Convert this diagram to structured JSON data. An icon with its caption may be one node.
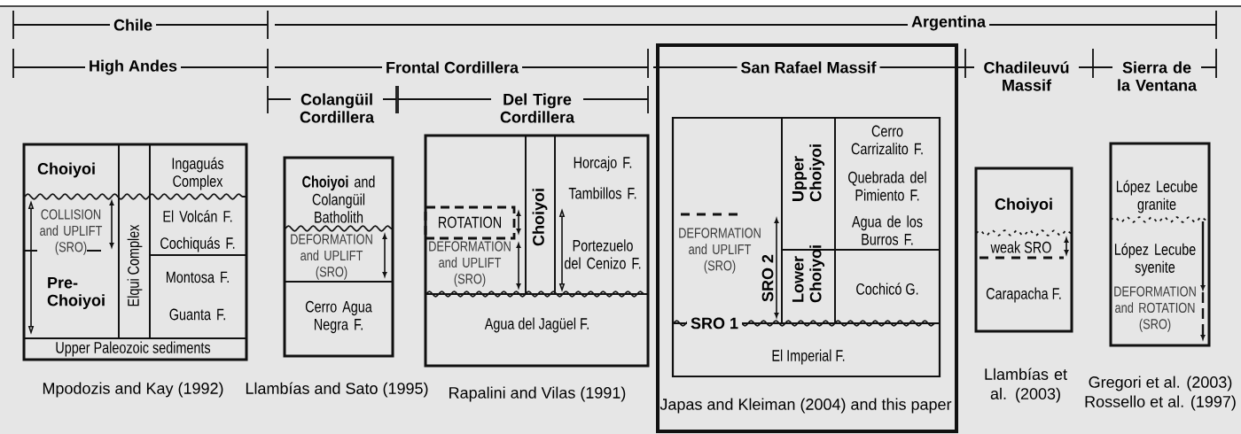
{
  "diagram": {
    "nodes": [
      {
        "text": [],
        "shape": "box",
        "beside": [
          "Mpodozis and Kay (1992)"
        ]
      },
      {
        "text": [
          "Choiyoi",
          "COLLISION and UPLIFT (SRO)",
          "Pre-Choiyoi"
        ],
        "in": 0
      },
      {
        "text": [
          "Elqui Complex"
        ],
        "in": 0
      },
      {
        "text": [
          "Ingaguás Complex",
          "El Volcán F.",
          "Cochiquás F."
        ],
        "in": 0
      },
      {
        "text": [
          "Montosa F.",
          "Guanta F."
        ],
        "in": 0
      },
      {
        "text": [
          "Upper Paleozoic sediments"
        ],
        "in": 0
      },
      {
        "text": [],
        "shape": "box",
        "beside": [
          "Llambías and Sato (1995)"
        ]
      },
      {
        "text": [
          "**Choiyoi** and Colangüil Batholith",
          "DEFORMATION and UPLIFT (SRO)"
        ],
        "in": 6
      },
      {
        "text": [
          "Cerro Agua Negra F."
        ],
        "in": 6
      },
      {
        "text": [],
        "shape": "box",
        "beside": [
          "Rapalini and Vilas (1991)"
        ]
      },
      {
        "text": [
          "DEFORMATION and UPLIFT (SRO)"
        ],
        "in": 9
      },
      {
        "text": [
          "ROTATION"
        ],
        "in": 10
      },
      {
        "text": [
          "Choiyoi"
        ],
        "in": 9
      },
      {
        "text": [
          "Horcajo F.",
          "Tambillos F.",
          "Portezuelo del Cenizo F."
        ],
        "in": 9
      },
      {
        "text": [
          "Agua del Jagüel F."
        ],
        "in": 9
      },
      {
        "text": [
          "San Rafael Massif",
          "Japas and Kleiman (2004) and this paper"
        ]
      },
      {
        "text": [],
        "shape": "box",
        "in": 15
      },
      {
        "text": [
          "DEFORMATION and UPLIFT (SRO)",
          "SRO 2"
        ],
        "in": 16
      },
      {
        "text": [
          "Upper Choiyoi"
        ],
        "in": 16
      },
      {
        "text": [
          "Cerro Carrizalito F.",
          "Quebrada del Pimiento F.",
          "Agua de los Burros F."
        ],
        "in": 16
      },
      {
        "text": [
          "Lower Choiyoi"
        ],
        "in": 16
      },
      {
        "text": [
          "Cochicó G."
        ],
        "in": 16
      },
      {
        "text": [
          "SRO 1",
          "El Imperial F."
        ],
        "in": 16
      },
      {
        "text": [
          "Choiyoi",
          "weak SRO",
          "Carapacha F."
        ],
        "beside": [
          "Llambías et al. (2003)"
        ]
      },
      {
        "text": [
          "López Lecube granite",
          "López Lecube syenite",
          "DEFORMATION and ROTATION (SRO)"
        ],
        "beside": [
          "Gregori et al. (2003)",
          "Rossello et al. (1997)"
        ]
      }
    ],
    "labels": [
      "Chile",
      "Argentina",
      "High Andes",
      "Frontal Cordillera",
      "Chadileuvú Massif",
      "Sierra de la Ventana",
      "Colangüil Cordillera",
      "Del Tigre Cordillera"
    ]
  }
}
